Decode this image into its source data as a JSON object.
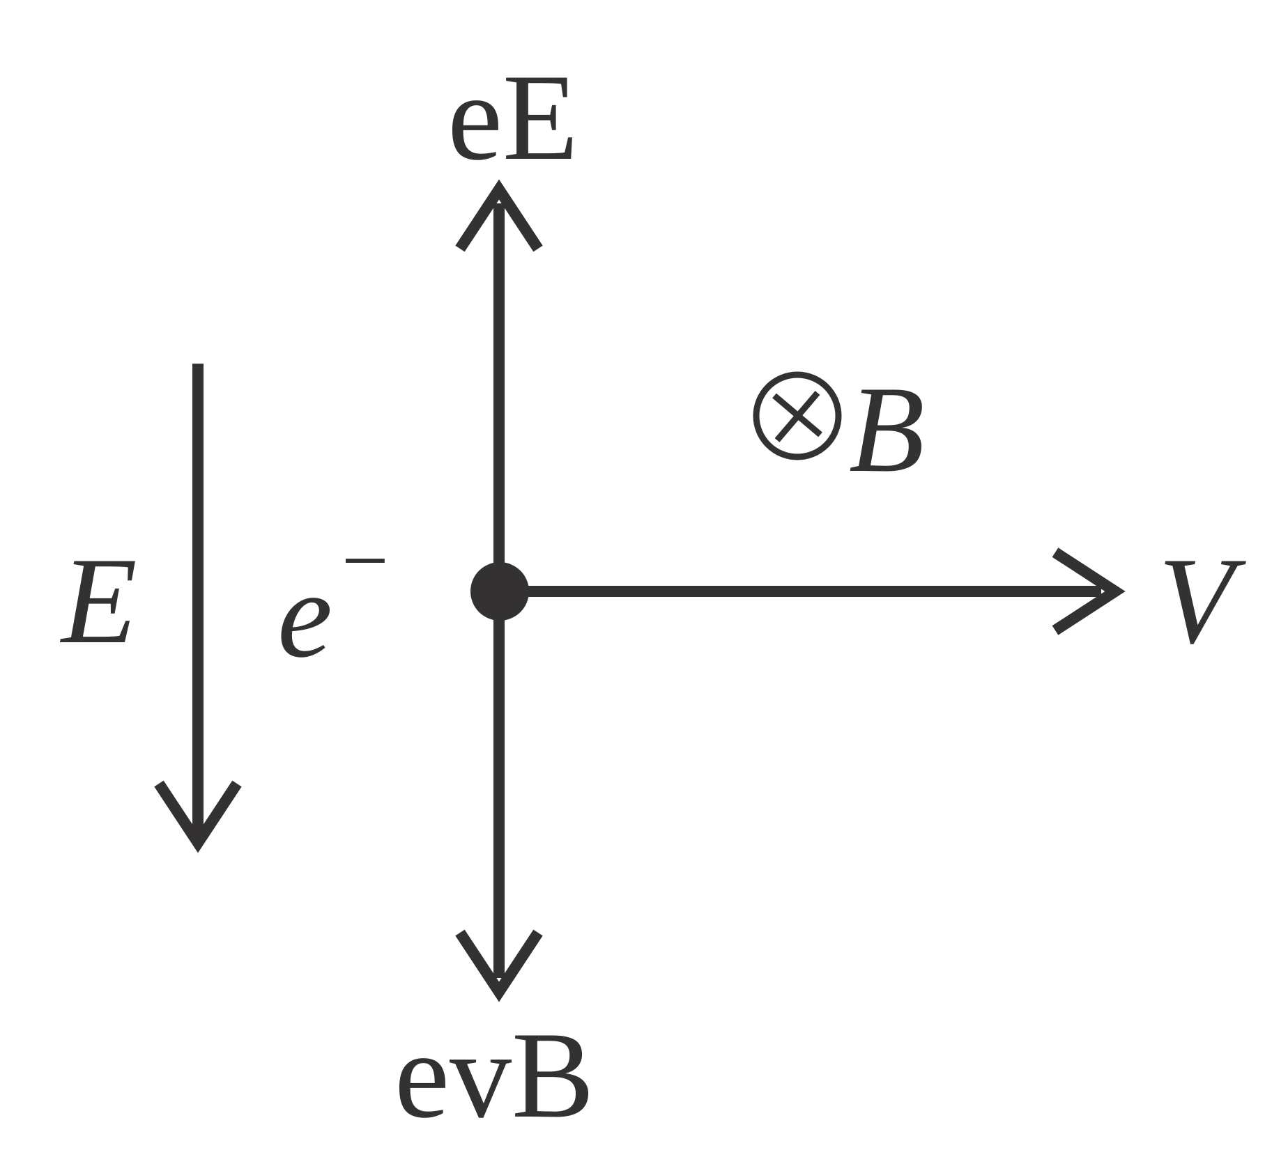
{
  "colors": {
    "ink": "#333132",
    "background": "#ffffff"
  },
  "labels": {
    "electric_force": "eE",
    "magnetic_force": "evB",
    "field_E": "E",
    "velocity": "V",
    "field_B": "B",
    "electron": "e",
    "electron_charge": "−",
    "into_page_symbol": "⊗"
  }
}
